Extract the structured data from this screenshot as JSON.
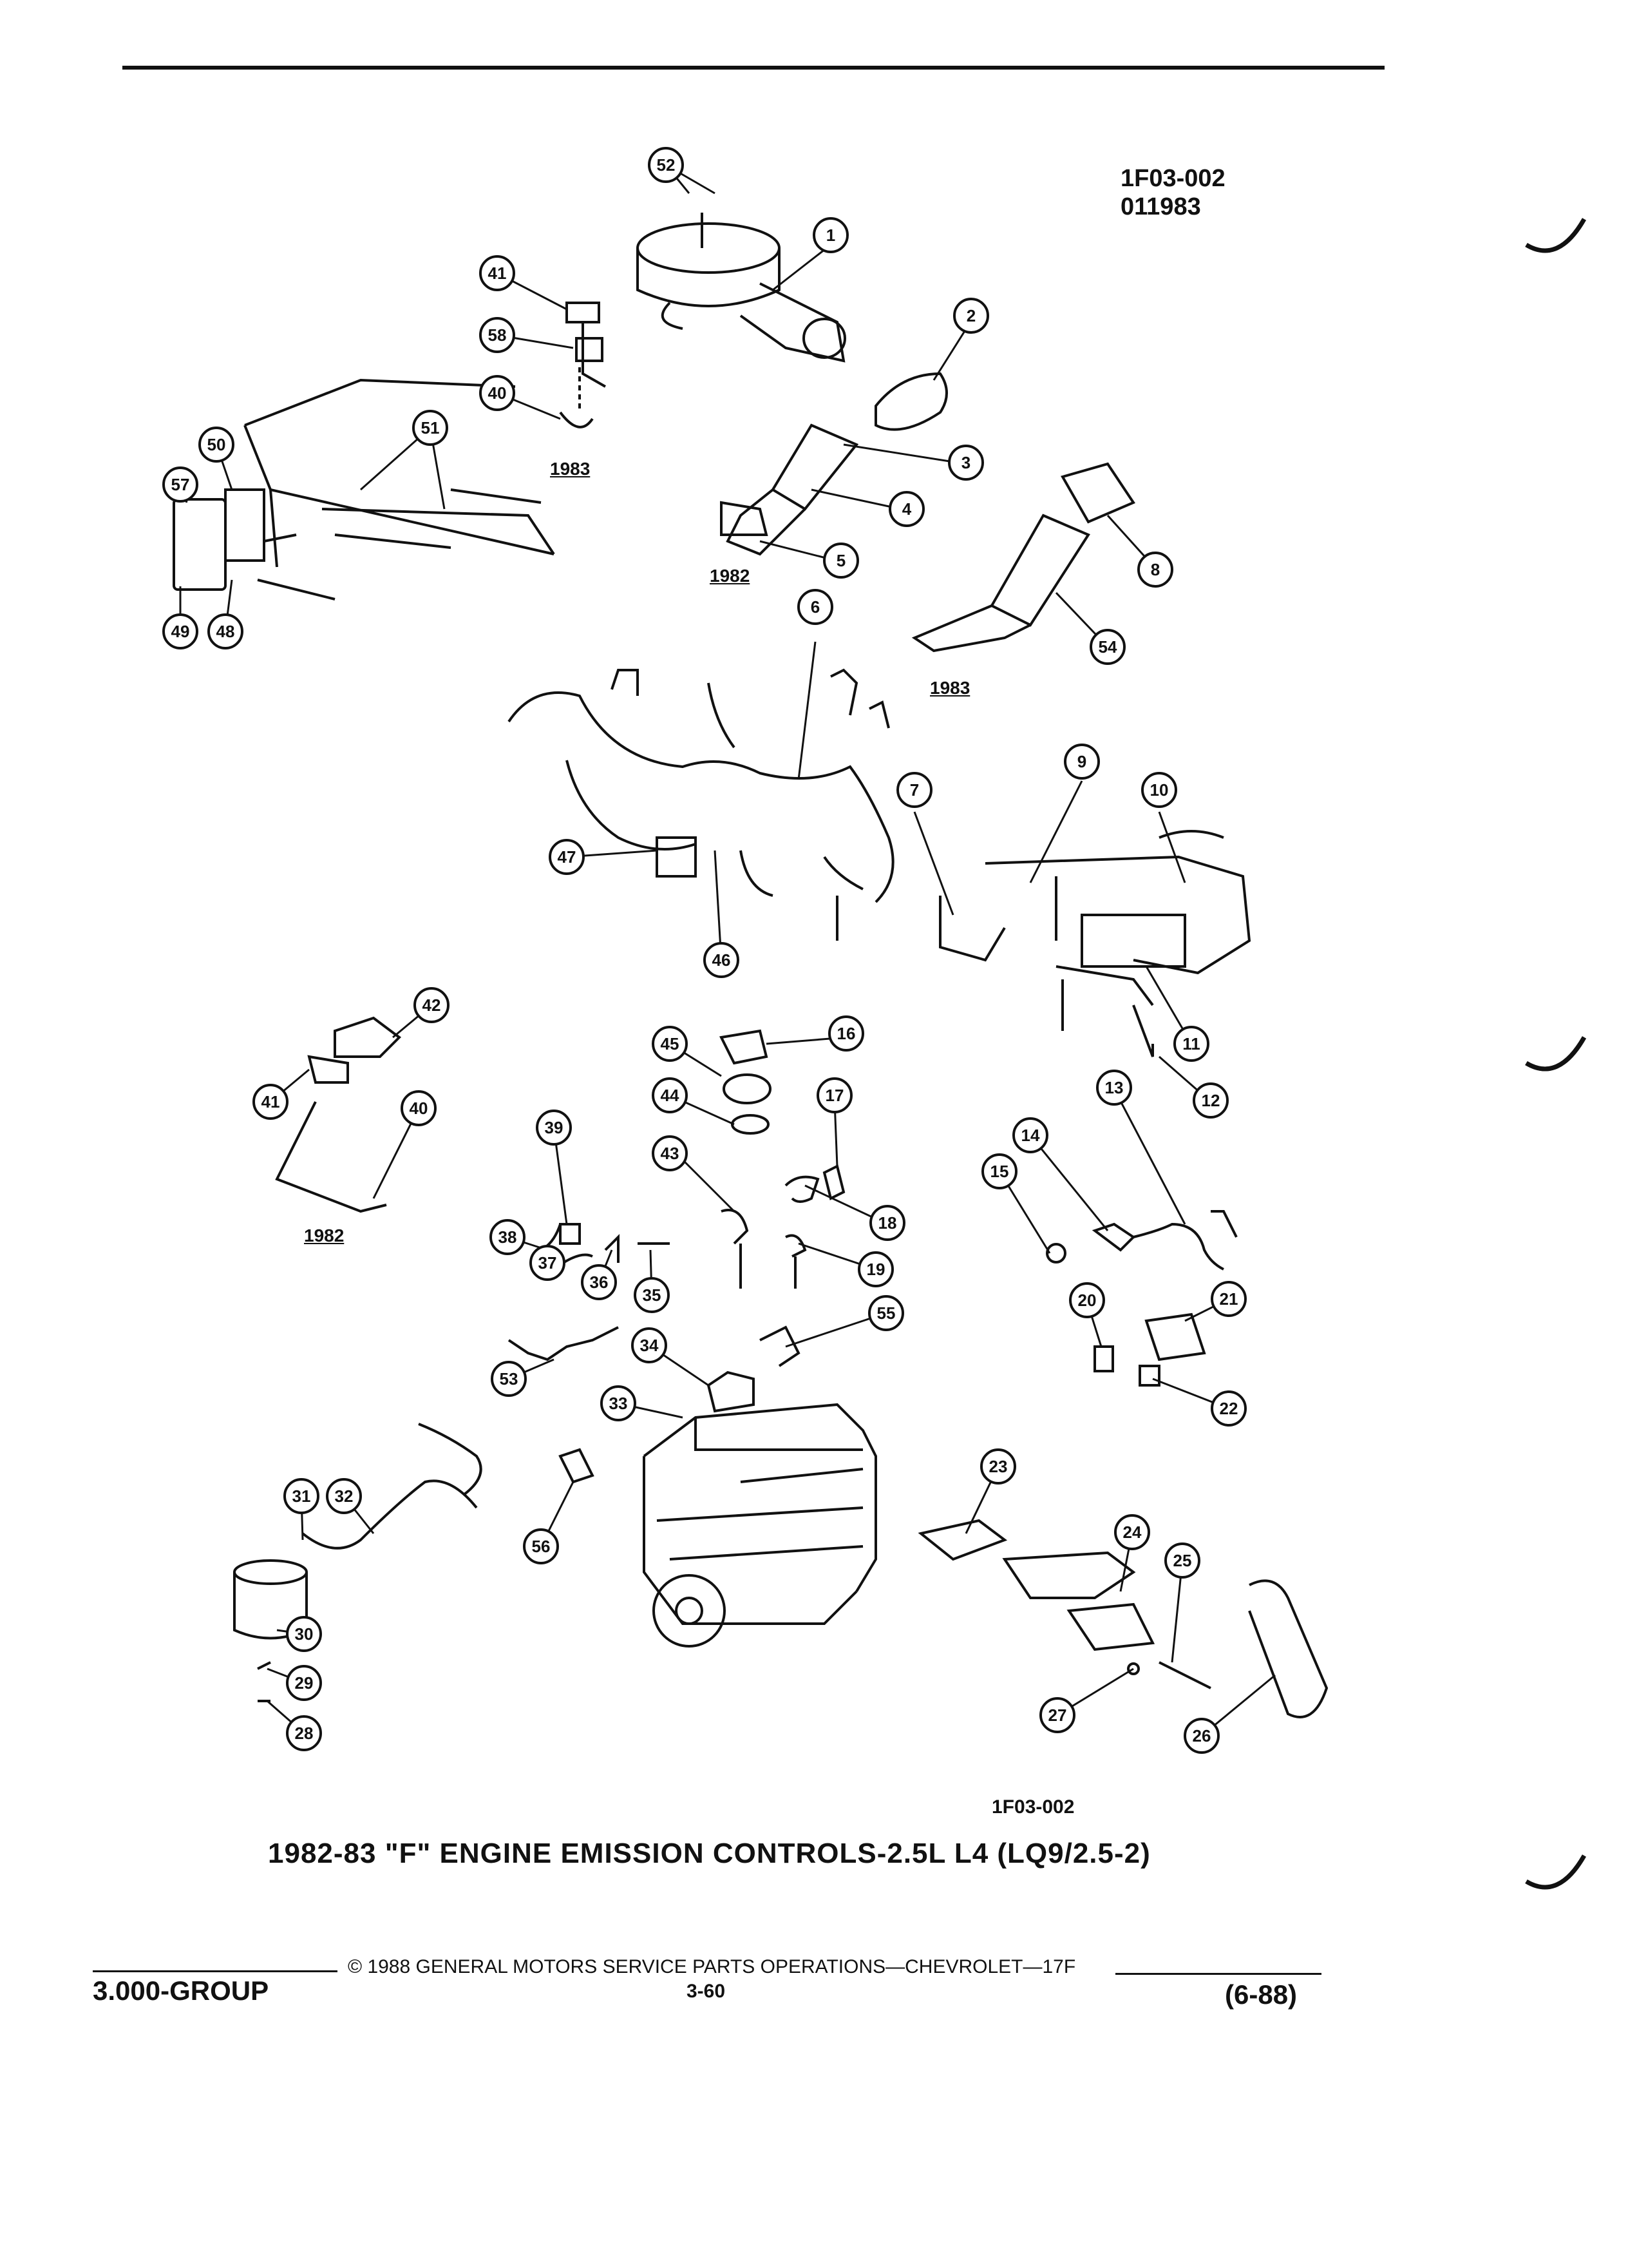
{
  "header": {
    "code": "1F03-002",
    "date": "011983"
  },
  "year_labels": {
    "air_cleaner_1983": "1983",
    "duct_1982": "1982",
    "duct_1983": "1983",
    "sensor_1982": "1982"
  },
  "diagram_code": "1F03-002",
  "title": "1982-83 \"F\" ENGINE EMISSION CONTROLS-2.5L L4 (LQ9/2.5-2)",
  "footer": {
    "copyright": "© 1988 GENERAL MOTORS SERVICE PARTS OPERATIONS—CHEVROLET—17F",
    "group": "3.000-GROUP",
    "page": "3-60",
    "revision": "(6-88)"
  },
  "callouts": [
    "1",
    "2",
    "3",
    "4",
    "5",
    "6",
    "7",
    "8",
    "9",
    "10",
    "11",
    "12",
    "13",
    "14",
    "15",
    "16",
    "17",
    "18",
    "19",
    "20",
    "21",
    "22",
    "23",
    "24",
    "25",
    "26",
    "27",
    "28",
    "29",
    "30",
    "31",
    "32",
    "33",
    "34",
    "35",
    "36",
    "37",
    "38",
    "39",
    "40",
    "41",
    "42",
    "43",
    "44",
    "45",
    "46",
    "47",
    "48",
    "49",
    "50",
    "51",
    "52",
    "53",
    "54",
    "55",
    "56",
    "57",
    "58",
    "40",
    "41"
  ]
}
